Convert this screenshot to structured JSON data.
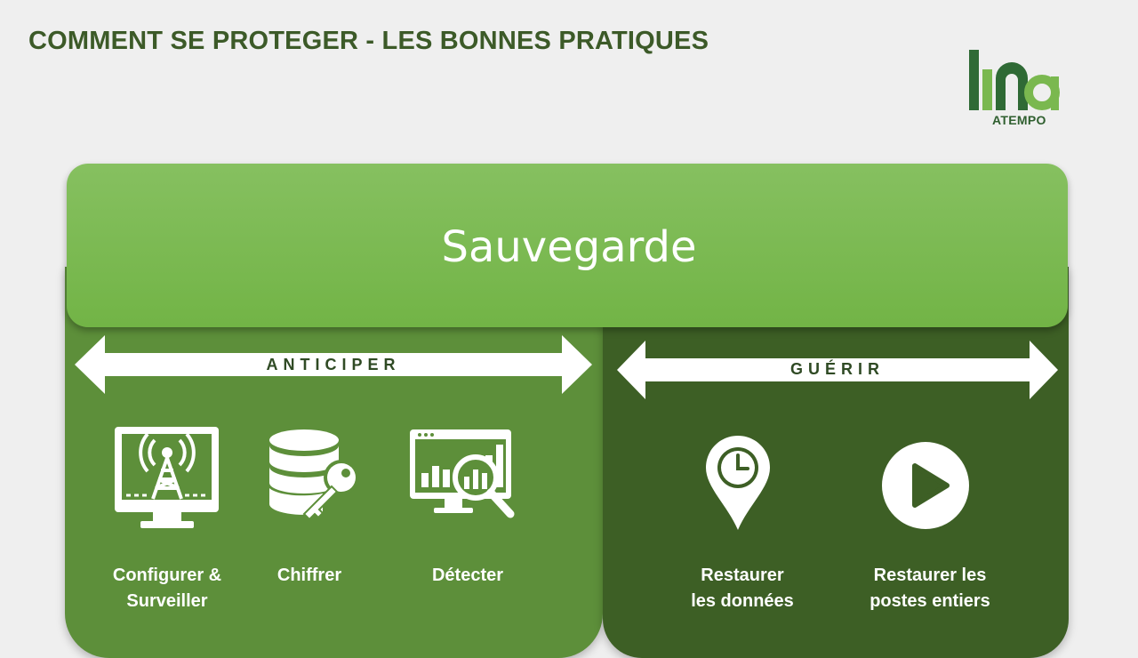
{
  "slide": {
    "title": "COMMENT SE PROTEGER - LES BONNES PRATIQUES",
    "logo": {
      "mark": "lina",
      "brand": "ATEMPO"
    },
    "banner": {
      "label": "Sauvegarde"
    },
    "sections": {
      "anticiper": {
        "label": "ANTICIPER"
      },
      "guerir": {
        "label": "GUÉRIR"
      }
    },
    "items": [
      {
        "icon": "monitor-antenna-icon",
        "caption": "Configurer &\nSurveiller"
      },
      {
        "icon": "database-key-icon",
        "caption": "Chiffrer"
      },
      {
        "icon": "chart-magnifier-icon",
        "caption": "Détecter"
      },
      {
        "icon": "clock-pin-icon",
        "caption": "Restaurer\nles données"
      },
      {
        "icon": "play-circle-icon",
        "caption": "Restaurer les\npostes entiers"
      }
    ],
    "colors": {
      "title": "#3c5a28",
      "banner": "#7ab84f",
      "anticiper_panel": "#5d8f3a",
      "guerir_panel": "#3d5f25"
    }
  }
}
